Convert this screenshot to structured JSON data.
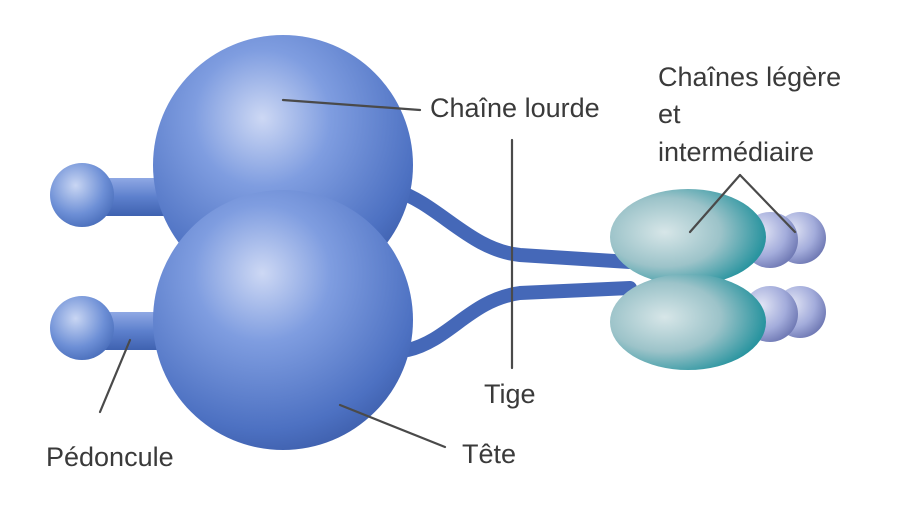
{
  "labels": {
    "heavy_chain": "Chaîne lourde",
    "light_chains_line1": "Chaînes légère",
    "light_chains_line2": "et",
    "light_chains_line3": "intermédiaire",
    "stalk": "Tige",
    "stem": "Pédoncule",
    "head": "Tête"
  },
  "colors": {
    "head_light": "#b9c8ee",
    "head_mid": "#5f82cf",
    "head_dark": "#3c5fae",
    "light_chain_teal": "#1f8f99",
    "light_chain_pale": "#c7dbe0",
    "small_sphere": "#9aa6d6",
    "small_sphere_dark": "#5f6aa8",
    "leader_line": "#4a4a4a",
    "text": "#3a3a3a"
  }
}
